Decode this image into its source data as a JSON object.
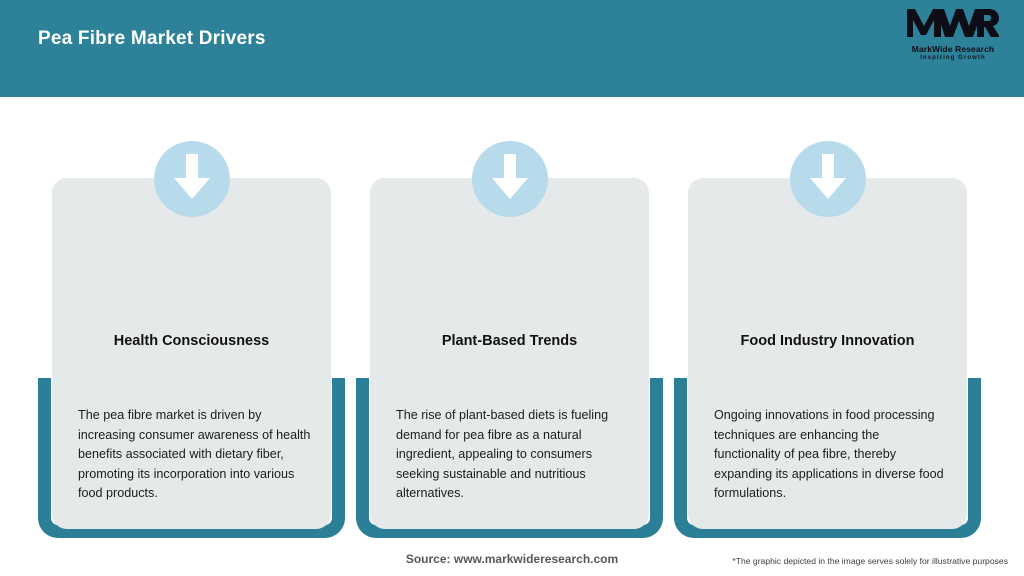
{
  "header": {
    "title": "Pea Fibre Market Drivers",
    "background_color": "#2d8299",
    "logo": {
      "mark_text": "MWR",
      "name": "MarkWide Research",
      "tagline": "Inspiring Growth",
      "icon": "mwr-logo-icon"
    }
  },
  "theme": {
    "teal": "#2d8299",
    "bracket_teal": "#2b8098",
    "card_bg": "#e6e9ea",
    "circle_blue": "#b7dbea",
    "arrow_white": "#ffffff",
    "text_dark": "#111111"
  },
  "cards": [
    {
      "icon": "arrow-down-icon",
      "title": "Health Consciousness",
      "body": "The pea fibre market is driven by increasing consumer awareness of health benefits associated with dietary fiber, promoting its incorporation into various food products."
    },
    {
      "icon": "arrow-down-icon",
      "title": "Plant-Based Trends",
      "body": "The rise of plant-based diets is fueling demand for pea fibre as a natural ingredient, appealing to consumers seeking sustainable and nutritious alternatives."
    },
    {
      "icon": "arrow-down-icon",
      "title": "Food Industry Innovation",
      "body": "Ongoing innovations in food processing techniques are enhancing the functionality of pea fibre, thereby expanding its applications in diverse food formulations."
    }
  ],
  "footer": {
    "source": "Source: www.markwideresearch.com",
    "disclaimer": "*The graphic depicted in the image serves solely for illustrative purposes"
  }
}
